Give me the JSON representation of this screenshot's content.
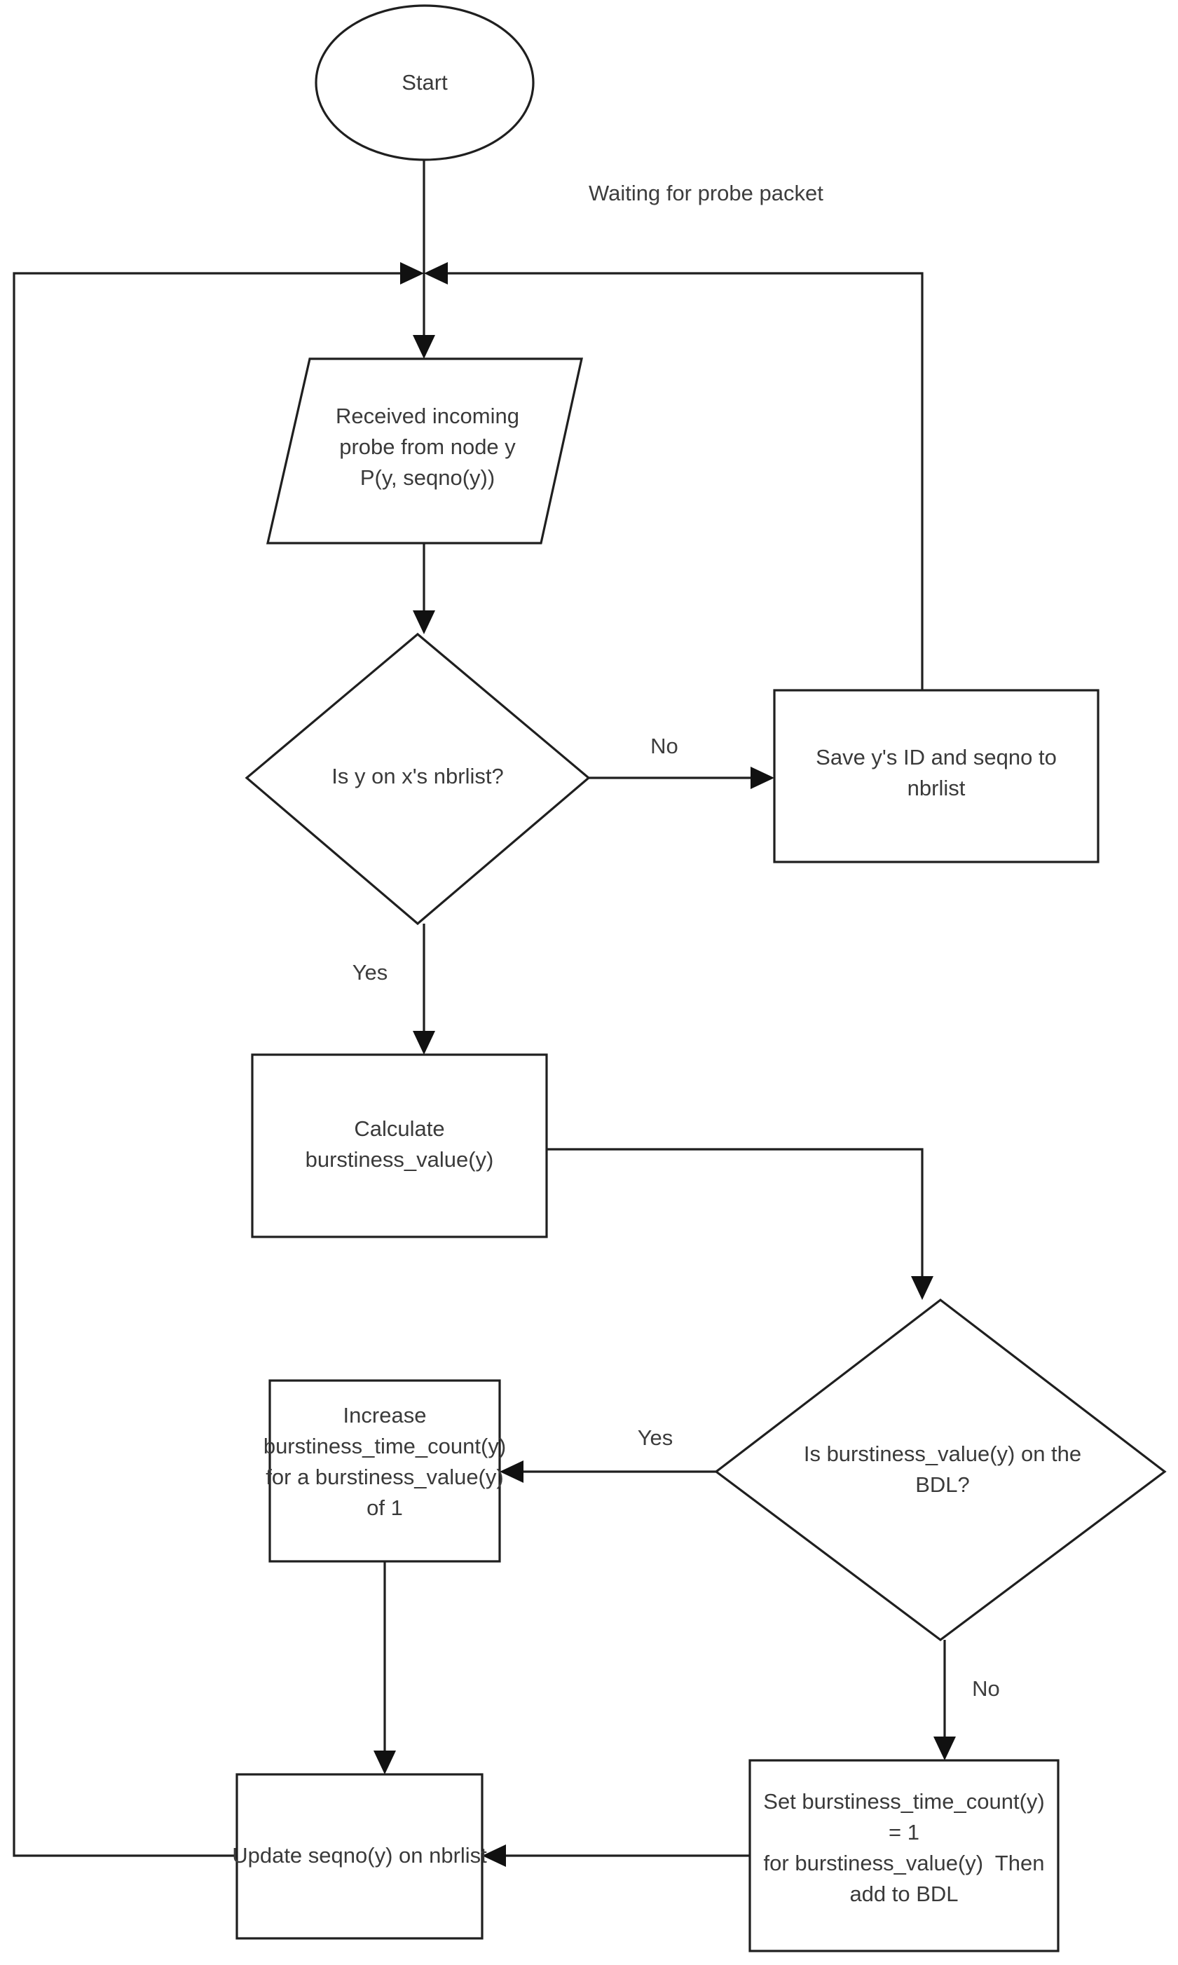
{
  "diagram": {
    "title": "Burstiness detection probe-handling flowchart",
    "type": "flowchart",
    "background_color": "#ffffff",
    "stroke_color": "#1f1f1f",
    "text_color": "#3a3a3a",
    "nodes": {
      "start": {
        "shape": "ellipse",
        "label": "Start"
      },
      "received_probe": {
        "shape": "parallelogram",
        "line1": "Received incoming",
        "line2": "probe from node y",
        "line3": "P(y, seqno(y))"
      },
      "is_y_on_nbrlist": {
        "shape": "diamond",
        "label": "Is y on x's nbrlist?"
      },
      "save_id_seqno": {
        "shape": "rectangle",
        "line1": "Save y's ID and seqno to",
        "line2": "nbrlist"
      },
      "calculate_burstiness": {
        "shape": "rectangle",
        "line1": "Calculate",
        "line2": "burstiness_value(y)"
      },
      "is_burstiness_on_bdl": {
        "shape": "diamond",
        "line1": "Is burstiness_value(y) on the",
        "line2": "BDL?"
      },
      "increase_time_count": {
        "shape": "rectangle",
        "line1": "Increase",
        "line2": "burstiness_time_count(y)",
        "line3": "for a burstiness_value(y)",
        "line4": "of 1"
      },
      "set_time_count": {
        "shape": "rectangle",
        "line1": "Set burstiness_time_count(y)",
        "line2": "= 1",
        "line3": "for burstiness_value(y)  Then",
        "line4": "add to BDL"
      },
      "update_seqno": {
        "shape": "rectangle",
        "label": "Update seqno(y) on nbrlist"
      }
    },
    "edge_labels": {
      "start_to_received": "Waiting for probe packet",
      "nbrlist_no": "No",
      "nbrlist_yes": "Yes",
      "bdl_yes": "Yes",
      "bdl_no": "No"
    }
  }
}
